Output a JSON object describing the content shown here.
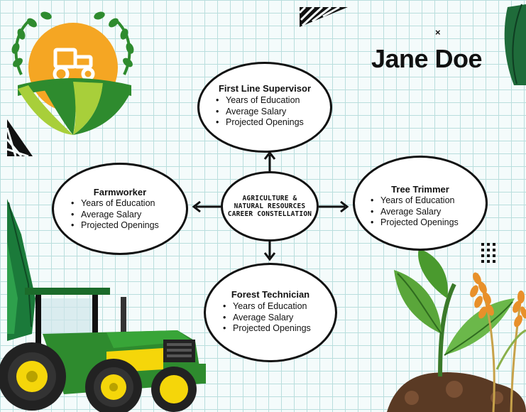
{
  "user": {
    "name": "Jane Doe",
    "close_symbol": "×"
  },
  "center": {
    "title": "AGRICULTURE & NATURAL RESOURCES CAREER CONSTELLATION"
  },
  "nodes": [
    {
      "title": "First Line Supervisor",
      "items": [
        "Years of Education",
        "Average Salary",
        "Projected Openings"
      ]
    },
    {
      "title": "Farmworker",
      "items": [
        "Years of Education",
        "Average Salary",
        "Projected Openings"
      ]
    },
    {
      "title": "Tree Trimmer",
      "items": [
        "Years of Education",
        "Average Salary",
        "Projected Openings"
      ]
    },
    {
      "title": "Forest Technician",
      "items": [
        "Years of Education",
        "Average Salary",
        "Projected Openings"
      ]
    }
  ],
  "decorations": {
    "logo": "farm-tractor-logo",
    "tractor": "green-tractor",
    "plants": "sprout-and-wheat",
    "colors": {
      "green": "#2e8b2e",
      "yellow": "#f5d60a",
      "orange": "#f5a623",
      "soil": "#5a3a24",
      "grid": "#b9dedd"
    }
  }
}
